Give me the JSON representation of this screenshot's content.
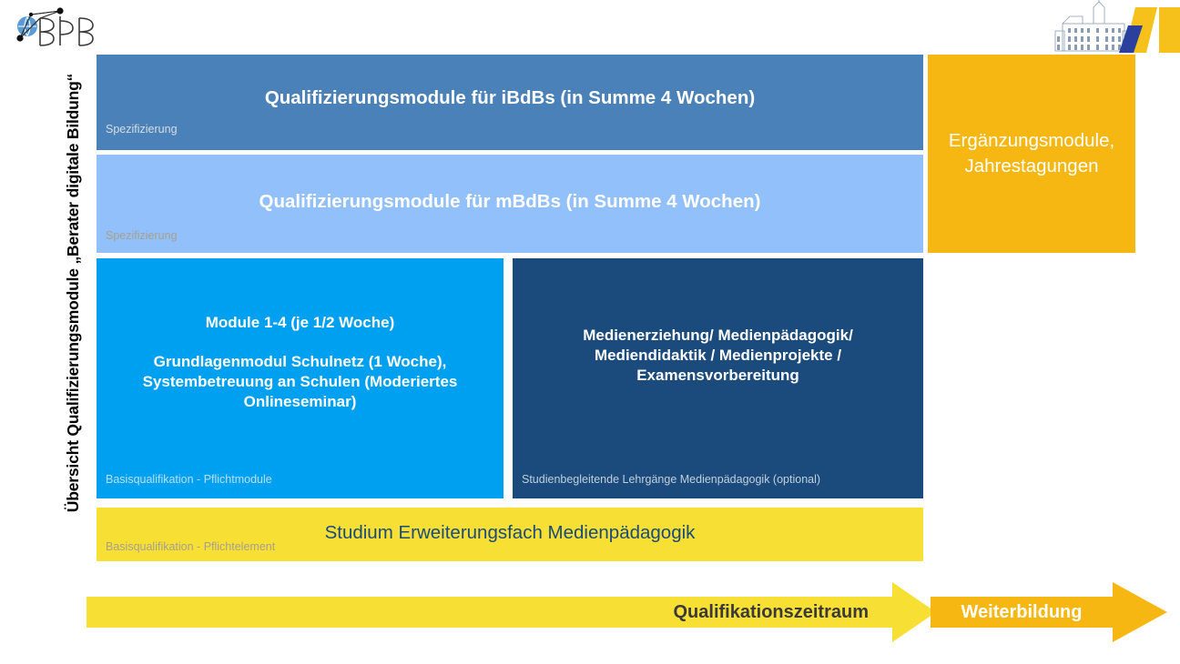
{
  "slide": {
    "vertical_title": "Übersicht Qualifizierungsmodule „Berater digitale Bildung“"
  },
  "logos": {
    "left": "bdb-logo",
    "right": "school-building-logo"
  },
  "boxes": {
    "ibdb": {
      "title": "Qualifizierungsmodule für iBdBs (in Summe 4 Wochen)",
      "category": "Spezifizierung",
      "color": "#4a81b8"
    },
    "mbdb": {
      "title": "Qualifizierungsmodule für mBdBs (in Summe 4 Wochen)",
      "category": "Spezifizierung",
      "color": "#92c0fa"
    },
    "module": {
      "line1": "Module 1-4 (je 1/2 Woche)",
      "line2": "Grundlagenmodul Schulnetz (1 Woche), Systembetreuung an Schulen (Moderiertes Onlineseminar)",
      "category": "Basisqualifikation - Pflichtmodule",
      "color": "#00a0f0"
    },
    "media": {
      "title": "Medienerziehung/ Medienpädagogik/ Mediendidaktik / Medienprojekte / Examensvorbereitung",
      "category": "Studienbegleitende Lehrgänge Medienpädagogik (optional)",
      "color": "#1a4b7c"
    },
    "studium": {
      "title": "Studium Erweiterungsfach Medienpädagogik",
      "category": "Basisqualifikation - Pflichtelement",
      "color": "#f7e033"
    },
    "ergaenzung": {
      "title": "Ergänzungsmodule, Jahrestagungen",
      "color": "#f6b713"
    }
  },
  "arrows": {
    "qualifikation": {
      "label": "Qualifikationszeitraum",
      "color": "#f7e033"
    },
    "weiterbildung": {
      "label": "Weiterbildung",
      "color": "#f6b713"
    }
  }
}
